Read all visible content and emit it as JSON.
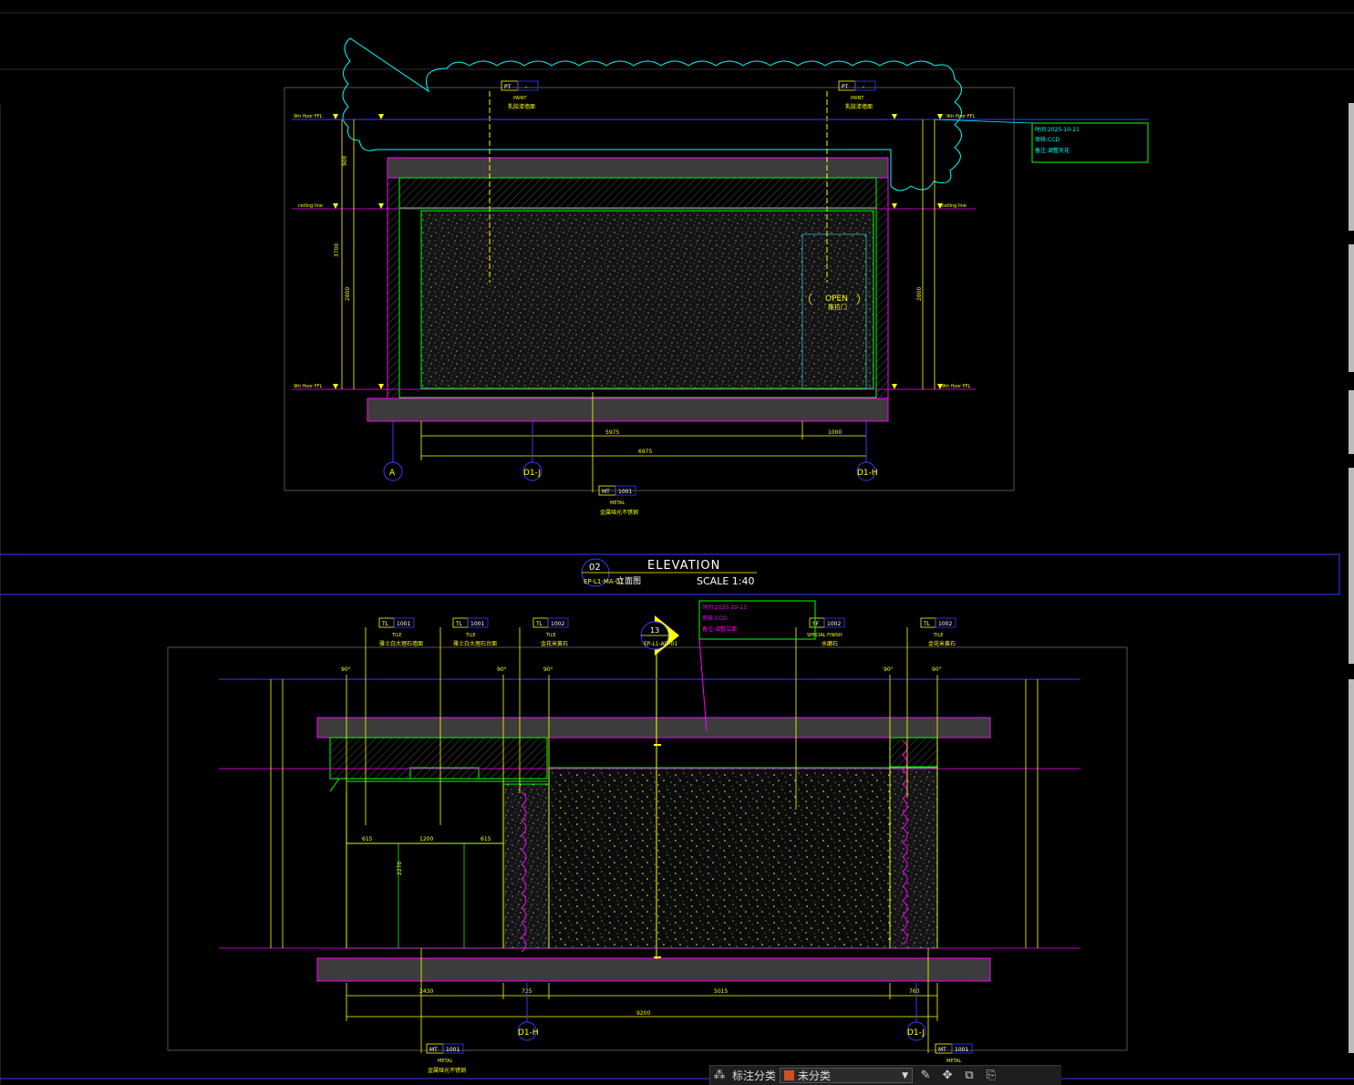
{
  "top_elevation": {
    "tags": [
      {
        "code": "PT",
        "num": "-",
        "name": "PAINT",
        "desc": "乳胶漆墙面"
      },
      {
        "code": "PT",
        "num": "-",
        "name": "PAINT",
        "desc": "乳胶漆墙面"
      }
    ],
    "bottom_tag": {
      "code": "MT",
      "num": "1001",
      "name": "METAL",
      "desc": "金属哑光不锈钢"
    },
    "levels": [
      {
        "left": "9th floor FFL",
        "right": "9th floor FFL"
      },
      {
        "left": "ceiling line",
        "right": "ceiling line"
      },
      {
        "left": "9th floor FFL",
        "right": "9th floor FFL"
      }
    ],
    "dims_bottom": [
      "5975",
      "1000",
      "6975"
    ],
    "dims_side": [
      "900",
      "2800",
      "3700"
    ],
    "grid_labels": [
      "A",
      "D1-J",
      "D1-H"
    ],
    "door_label": "OPEN",
    "door_label_cn": "推拉门",
    "revision_note": [
      "时间:2025-10-21",
      "审核:CCD",
      "备注:调整天花"
    ]
  },
  "title_block": {
    "number": "02",
    "sheet": "EP-L1-MA-01",
    "title": "ELEVATION",
    "title_cn": "立面图",
    "scale": "SCALE 1:40"
  },
  "bottom_elevation": {
    "tags": [
      {
        "code": "TL",
        "num": "1001",
        "name": "TILE",
        "desc": "雅士白大理石墙面"
      },
      {
        "code": "TL",
        "num": "1001",
        "name": "TILE",
        "desc": "雅士白大理石台面"
      },
      {
        "code": "TL",
        "num": "1002",
        "name": "TILE",
        "desc": "金花米黄石"
      },
      {
        "code": "SF",
        "num": "1002",
        "name": "SPECIAL FINISH",
        "desc": "水磨石"
      },
      {
        "code": "TL",
        "num": "1002",
        "name": "TILE",
        "desc": "金花米黄石"
      }
    ],
    "section_marker": {
      "num": "13",
      "sheet": "EP-L1-AD-01"
    },
    "bottom_tags": [
      {
        "code": "MT",
        "num": "1001",
        "name": "METAL",
        "desc": "金属哑光不锈钢"
      },
      {
        "code": "MT",
        "num": "1001",
        "name": "METAL",
        "desc": ""
      }
    ],
    "dims_bottom": [
      "2430",
      "725",
      "5015",
      "760",
      "9200"
    ],
    "inner_dims": [
      "615",
      "1200",
      "615",
      "2270"
    ],
    "angles": [
      "90°",
      "90°",
      "90°",
      "90°",
      "90°"
    ],
    "grid_labels": [
      "D1-H",
      "D1-J"
    ],
    "revision_note": [
      "时间:2025-10-13",
      "审核:CCD",
      "备注:调整立面"
    ]
  },
  "toolbar": {
    "label": "标注分类",
    "selected": "未分类"
  },
  "colors": {
    "background": "#000000",
    "yellow": "#ffff00",
    "magenta": "#ff00ff",
    "green": "#00ff00",
    "cyan": "#00ffff",
    "blue": "#0000ff",
    "slab": "#3c3c3c",
    "uncategorized": "#d2501c"
  }
}
